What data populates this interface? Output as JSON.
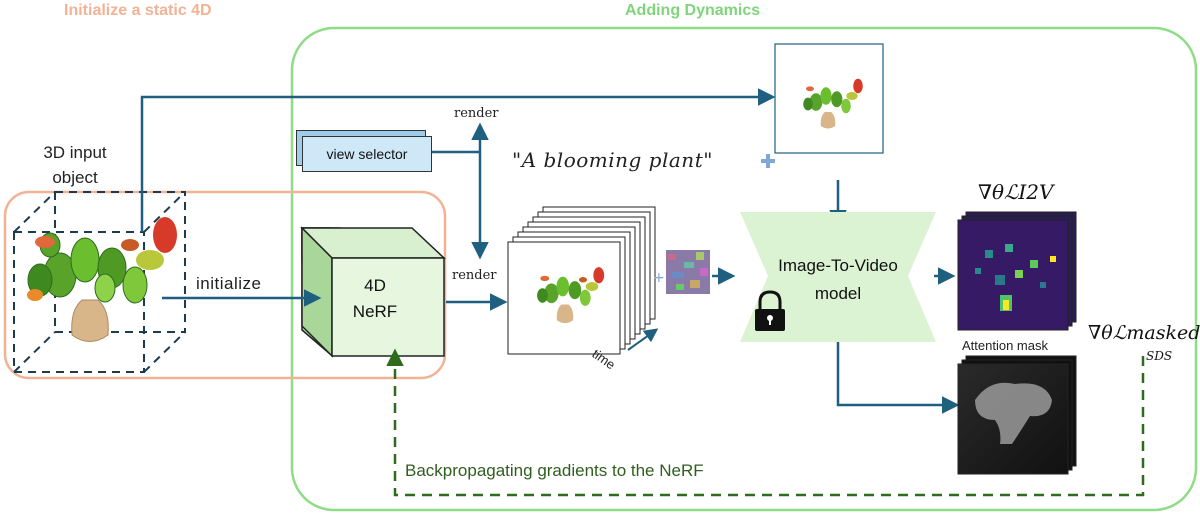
{
  "sections": {
    "static_title": "Initialize a static 4D",
    "dynamics_title": "Adding Dynamics"
  },
  "labels": {
    "input_object": "3D input object",
    "initialize": "initialize",
    "render_top": "render",
    "render_mid": "render",
    "view_selector": "view selector",
    "nerf_line1": "4D",
    "nerf_line2": "NeRF",
    "prompt": "\"A blooming plant\"",
    "time": "time",
    "i2v_line1": "Image-To-Video",
    "i2v_line2": "model",
    "attention_mask": "Attention mask",
    "backprop": "Backpropagating gradients to the NeRF",
    "grad_i2v": "∇θℒI2V",
    "grad_sds_main": "∇θℒmasked",
    "grad_sds_sub": "SDS"
  },
  "colors": {
    "static_box": "#f2b294",
    "dynamics_box": "#7fd67a",
    "arrow": "#1f5f7f",
    "dashed": "#2f6b1f",
    "nerf_face": "#e6f6df",
    "i2v_fill": "#dcf3d3",
    "view_selector_fill": "#cfe8f7",
    "plus": "#7fa8d8"
  },
  "icons": {
    "lock": "lock-icon",
    "plus": "plus-icon",
    "plant": "plant-image"
  }
}
